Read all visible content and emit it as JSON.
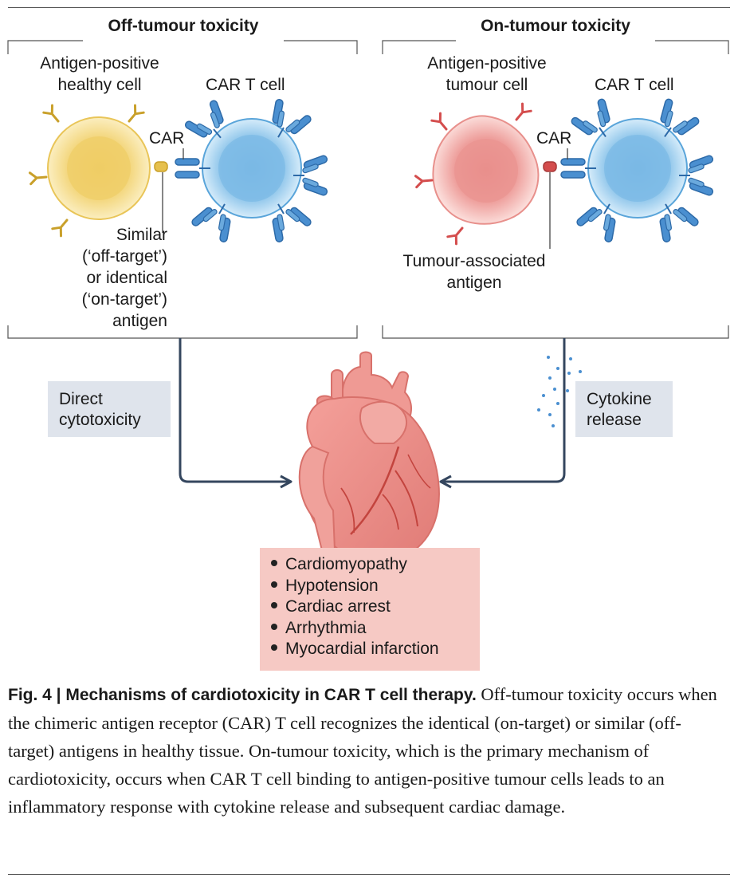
{
  "panels": {
    "off": {
      "heading": "Off-tumour toxicity",
      "healthy_cell_line1": "Antigen-positive",
      "healthy_cell_line2": "healthy cell",
      "cart_label": "CAR T cell",
      "car_label": "CAR",
      "antigen_lines": [
        "Similar",
        "(‘off-target’)",
        "or identical",
        "(‘on-target’)",
        "antigen"
      ]
    },
    "on": {
      "heading": "On-tumour toxicity",
      "tumour_cell_line1": "Antigen-positive",
      "tumour_cell_line2": "tumour cell",
      "cart_label": "CAR T cell",
      "car_label": "CAR",
      "antigen_line1": "Tumour-associated",
      "antigen_line2": "antigen"
    }
  },
  "mechanisms": {
    "direct_line1": "Direct",
    "direct_line2": "cytotoxicity",
    "cytokine_line1": "Cytokine",
    "cytokine_line2": "release"
  },
  "effects": [
    "Cardiomyopathy",
    "Hypotension",
    "Cardiac arrest",
    "Arrhythmia",
    "Myocardial infarction"
  ],
  "caption": {
    "label": "Fig. 4 | Mechanisms of cardiotoxicity in CAR T cell therapy.",
    "text": " Off-tumour toxicity occurs when the chimeric antigen receptor (CAR) T cell recognizes the identical (on-target) or similar (off-target) antigens in healthy tissue. On-tumour toxicity, which is the primary mechanism of cardiotoxicity, occurs when CAR T cell binding to antigen-positive tumour cells leads to an inflammatory response with cytokine release and subsequent cardiac damage."
  },
  "colors": {
    "healthy_cell": "#f3d77e",
    "tumour_cell": "#ef9a97",
    "cart_cell": "#8fc6ea",
    "receptor": "#3a7fc1",
    "heart": "#ec8c86",
    "effects_box": "#f6c9c4",
    "label_box": "#dfe4ec",
    "arrow": "#34465e"
  }
}
